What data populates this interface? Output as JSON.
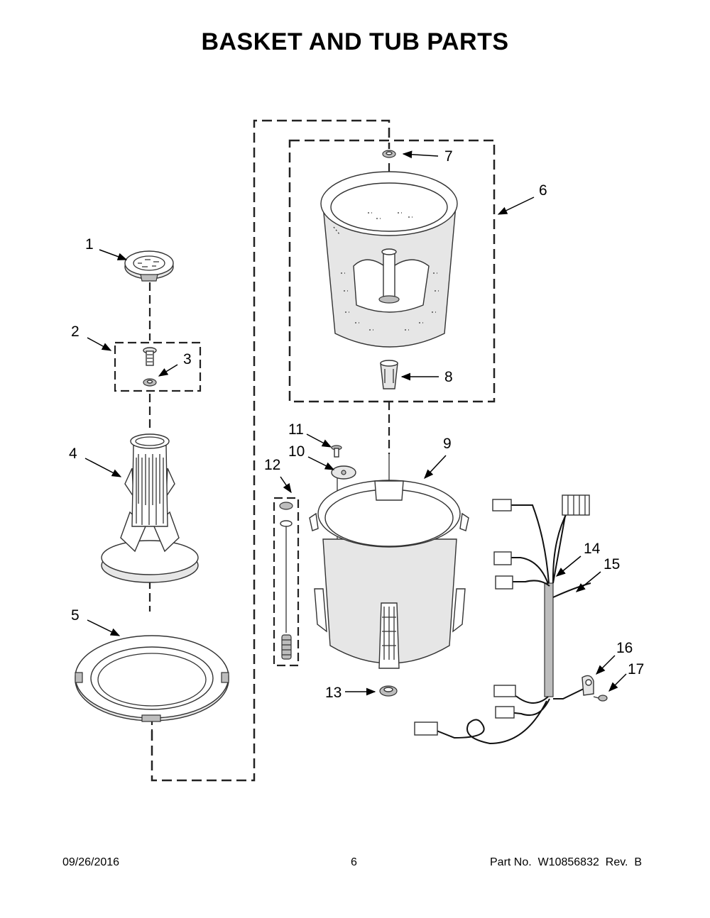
{
  "title": "BASKET AND TUB PARTS",
  "footer": {
    "date": "09/26/2016",
    "page": "6",
    "part_no": "Part No.  W10856832  Rev.  B"
  },
  "callouts": [
    "1",
    "2",
    "3",
    "4",
    "5",
    "6",
    "7",
    "8",
    "9",
    "10",
    "11",
    "12",
    "13",
    "14",
    "15",
    "16",
    "17"
  ]
}
